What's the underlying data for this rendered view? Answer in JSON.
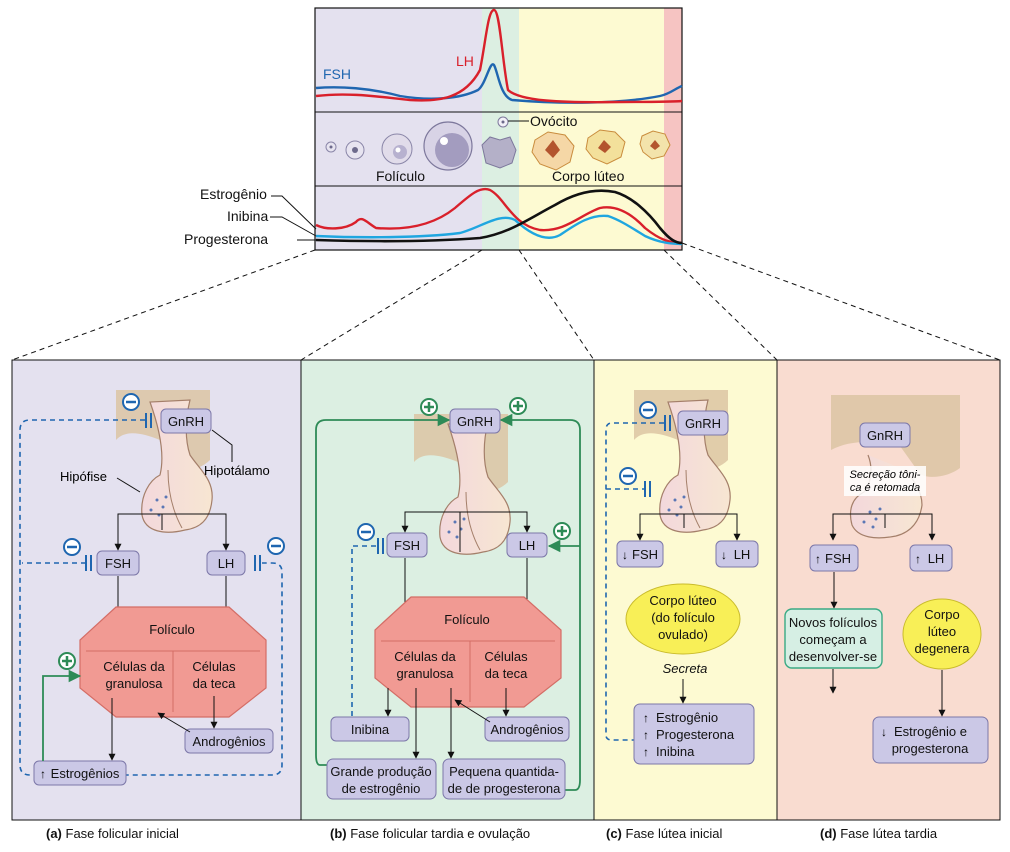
{
  "colors": {
    "follicular_bg": "#e4e1ef",
    "ovulation_bg": "#dcefe2",
    "luteal_bg": "#fdfad2",
    "late_luteal_bg": "#f9dcd0",
    "fsh_line": "#1f66b0",
    "lh_line": "#d9202b",
    "estrogen_line": "#d9202b",
    "inhibin_line": "#1fa6e0",
    "progesterone_line": "#111111",
    "hormone_box": "#cbc8e6",
    "follicle_fill": "#f19a93",
    "yellow_oval": "#f8ef57",
    "green_box": "#d6efe4",
    "inhibit_color": "#1f66b0",
    "stimulate_color": "#2e8b57"
  },
  "top_graph": {
    "fsh_label": "FSH",
    "lh_label": "LH",
    "oocyte_label": "Ovócito",
    "follicle_label": "Folículo",
    "corpus_label": "Corpo lúteo",
    "estrogen_label": "Estrogênio",
    "inhibin_label": "Inibina",
    "progesterone_label": "Progesterona"
  },
  "panel_a": {
    "gnrh": "GnRH",
    "hypophysis": "Hipófise",
    "hypothalamus": "Hipotálamo",
    "fsh": "FSH",
    "lh": "LH",
    "follicle_title": "Folículo",
    "granulosa_1": "Células da",
    "granulosa_2": "granulosa",
    "theca_1": "Células",
    "theca_2": "da teca",
    "androgens": "Androgênios",
    "estrogens": "Estrogênios",
    "caption_letter": "(a)",
    "caption": "Fase folicular inicial"
  },
  "panel_b": {
    "gnrh": "GnRH",
    "fsh": "FSH",
    "lh": "LH",
    "follicle_title": "Folículo",
    "granulosa_1": "Células da",
    "granulosa_2": "granulosa",
    "theca_1": "Células",
    "theca_2": "da teca",
    "inhibin": "Inibina",
    "androgens": "Androgênios",
    "estrogen_prod_1": "Grande produção",
    "estrogen_prod_2": "de estrogênio",
    "prog_prod_1": "Pequena quantida-",
    "prog_prod_2": "de de progesterona",
    "caption_letter": "(b)",
    "caption": "Fase folicular tardia e ovulação"
  },
  "panel_c": {
    "gnrh": "GnRH",
    "fsh": "FSH",
    "lh": "LH",
    "corpus_1": "Corpo lúteo",
    "corpus_2": "(do folículo",
    "corpus_3": "ovulado)",
    "secretes": "Secreta",
    "out_1": "Estrogênio",
    "out_2": "Progesterona",
    "out_3": "Inibina",
    "caption_letter": "(c)",
    "caption": "Fase lútea inicial"
  },
  "panel_d": {
    "gnrh": "GnRH",
    "tonic_1": "Secreção tôni-",
    "tonic_2": "ca é retomada",
    "fsh": "FSH",
    "lh": "LH",
    "new_follicles_1": "Novos folículos",
    "new_follicles_2": "começam a",
    "new_follicles_3": "desenvolver-se",
    "corpus_degen_1": "Corpo",
    "corpus_degen_2": "lúteo",
    "corpus_degen_3": "degenera",
    "out_1": "Estrogênio e",
    "out_2": "progesterona",
    "caption_letter": "(d)",
    "caption": "Fase lútea tardia"
  }
}
